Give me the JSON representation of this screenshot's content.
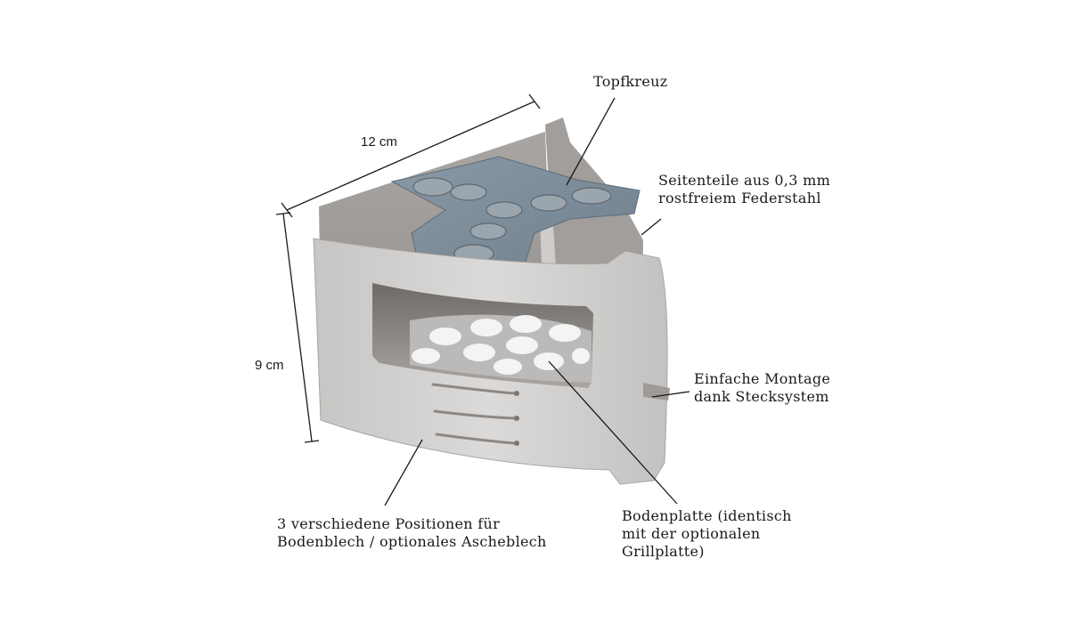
{
  "dimensions": {
    "width_label": "12 cm",
    "height_label": "9 cm"
  },
  "callouts": {
    "topfkreuz": "Topfkreuz",
    "seitenteile": [
      "Seitenteile aus 0,3 mm",
      "rostfreiem Federstahl"
    ],
    "montage": [
      "Einfache Montage",
      "dank Stecksystem"
    ],
    "bodenplatte": [
      "Bodenplatte (identisch",
      "mit der optionalen",
      "Grillplatte)"
    ],
    "positionen": [
      "3 verschiedene Positionen für",
      "Bodenblech / optionales Ascheblech"
    ]
  },
  "colors": {
    "steel_light": "#d4d2d0",
    "steel_mid": "#b9b6b3",
    "steel_dark": "#8f8c89",
    "cross_blue": "#7f8f9c",
    "line": "#1a1a1a"
  }
}
